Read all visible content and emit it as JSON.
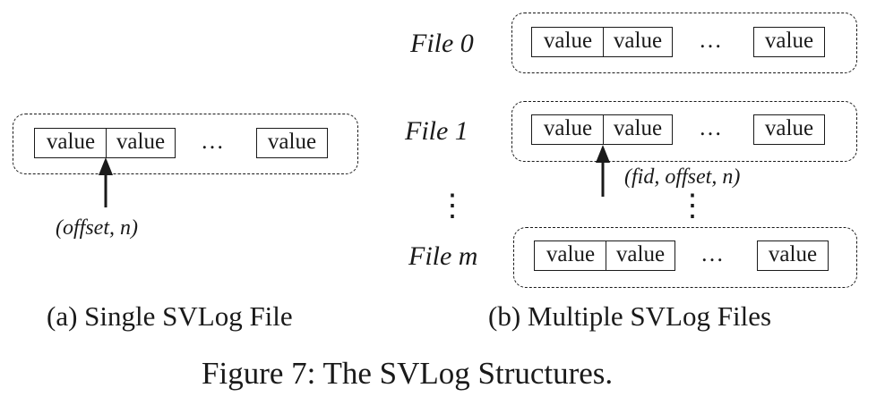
{
  "single": {
    "cells": [
      "value",
      "value",
      "value"
    ],
    "ellipsis": "…",
    "pointer": "(offset, n)",
    "caption": "(a) Single SVLog File"
  },
  "multiple": {
    "files": [
      {
        "label": "File 0",
        "cells": [
          "value",
          "value",
          "value"
        ],
        "ellipsis": "…"
      },
      {
        "label": "File 1",
        "cells": [
          "value",
          "value",
          "value"
        ],
        "ellipsis": "…"
      },
      {
        "label": "File m",
        "cells": [
          "value",
          "value",
          "value"
        ],
        "ellipsis": "…"
      }
    ],
    "pointer": "(fid, offset, n)",
    "vertical_dots": "⋮",
    "caption": "(b) Multiple SVLog Files"
  },
  "figure_caption": "Figure 7: The SVLog Structures."
}
